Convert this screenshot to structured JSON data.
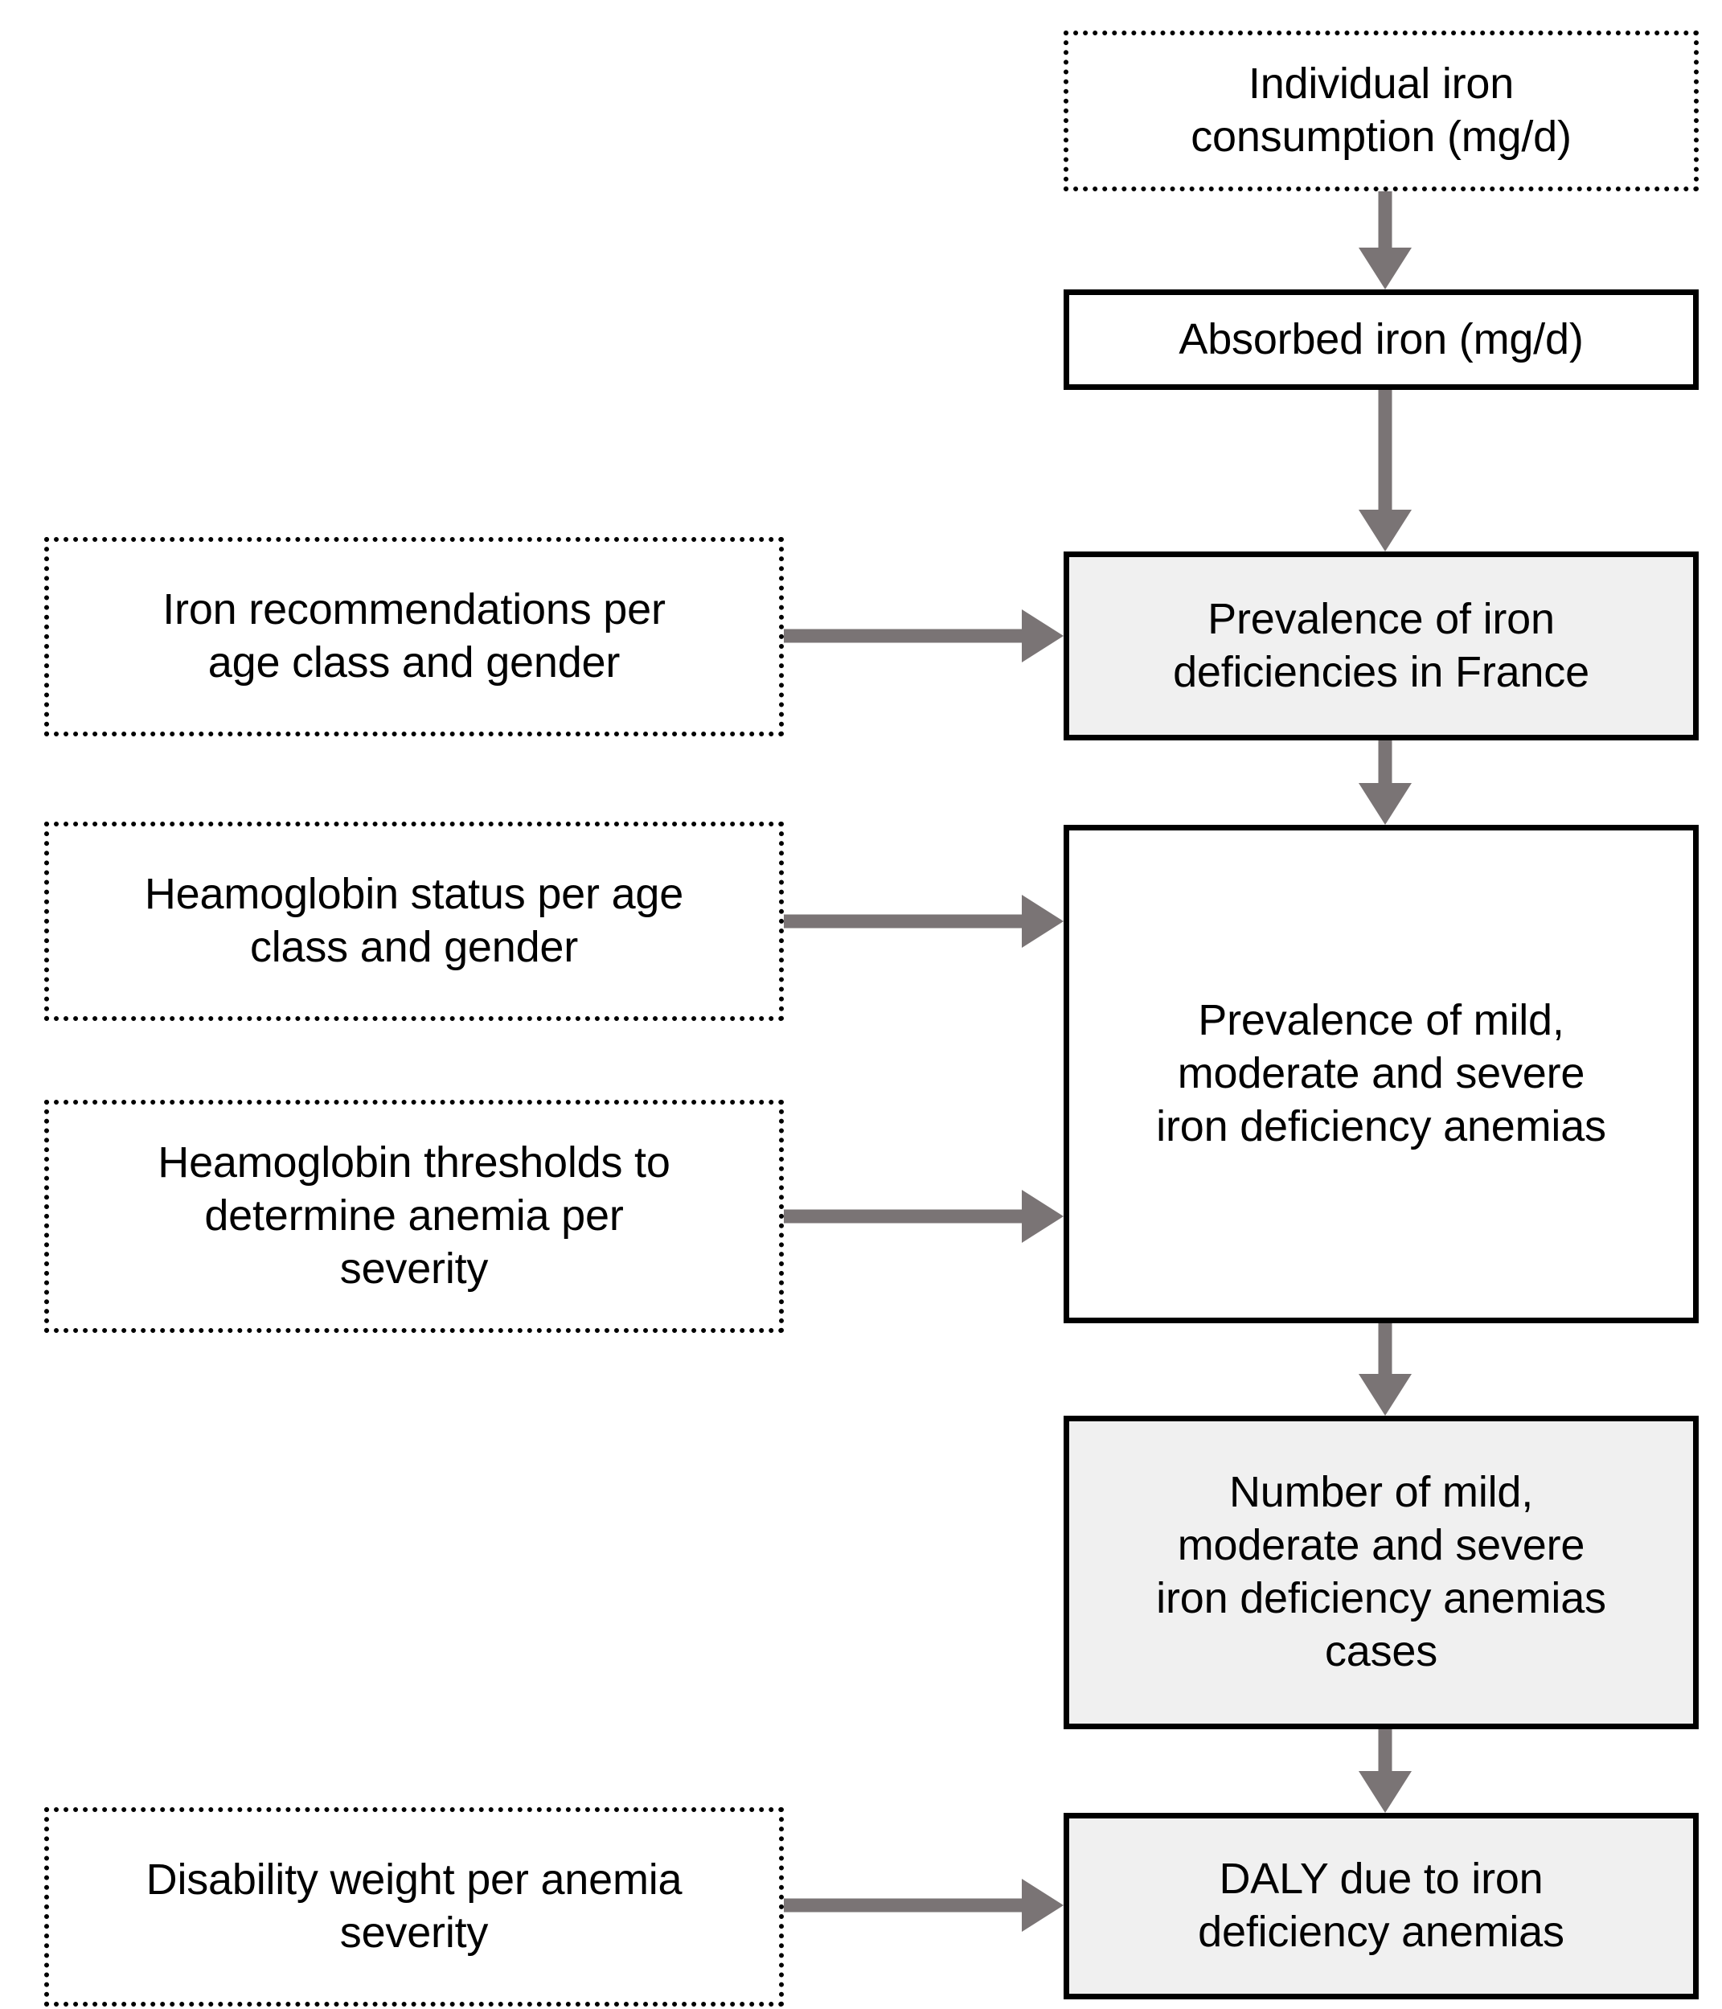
{
  "diagram": {
    "type": "flowchart",
    "title": "Iron deficiency anemia DALY calculation framework",
    "colors": {
      "arrow": "#7a7475",
      "shaded_fill": "#f0f0f0",
      "plain_fill": "#ffffff",
      "border": "#000000"
    },
    "nodes": [
      {
        "id": "individual-iron-consumption",
        "label": "Individual iron\nconsumption (mg/d)",
        "style": "dotted",
        "column": "right"
      },
      {
        "id": "absorbed-iron",
        "label": "Absorbed iron (mg/d)",
        "style": "solid",
        "column": "right"
      },
      {
        "id": "iron-recommendations",
        "label": "Iron recommendations per\nage class and gender",
        "style": "dotted",
        "column": "left"
      },
      {
        "id": "prevalence-iron-deficiencies",
        "label": "Prevalence of iron\ndeficiencies in France",
        "style": "shaded",
        "column": "right"
      },
      {
        "id": "heamoglobin-status",
        "label": "Heamoglobin status per age\nclass and gender",
        "style": "dotted",
        "column": "left"
      },
      {
        "id": "heamoglobin-thresholds",
        "label": "Heamoglobin thresholds to\ndetermine anemia per\nseverity",
        "style": "dotted",
        "column": "left"
      },
      {
        "id": "prevalence-anemias",
        "label": "Prevalence of mild,\nmoderate and severe\niron deficiency anemias",
        "style": "solid",
        "column": "right"
      },
      {
        "id": "number-anemias-cases",
        "label": "Number of mild,\nmoderate and severe\niron deficiency anemias\ncases",
        "style": "shaded",
        "column": "right"
      },
      {
        "id": "disability-weight",
        "label": "Disability weight per anemia\nseverity",
        "style": "dotted",
        "column": "left"
      },
      {
        "id": "daly",
        "label": "DALY due to iron\ndeficiency anemias",
        "style": "shaded",
        "column": "right"
      }
    ],
    "edges": [
      {
        "id": "edge-consumption-to-absorbed",
        "from": "individual-iron-consumption",
        "to": "absorbed-iron",
        "direction": "down"
      },
      {
        "id": "edge-absorbed-to-prevalence-deficiency",
        "from": "absorbed-iron",
        "to": "prevalence-iron-deficiencies",
        "direction": "down"
      },
      {
        "id": "edge-recommendations-to-prevalence-deficiency",
        "from": "iron-recommendations",
        "to": "prevalence-iron-deficiencies",
        "direction": "right"
      },
      {
        "id": "edge-prevalence-deficiency-to-prevalence-anemias",
        "from": "prevalence-iron-deficiencies",
        "to": "prevalence-anemias",
        "direction": "down"
      },
      {
        "id": "edge-hb-status-to-prevalence-anemias",
        "from": "heamoglobin-status",
        "to": "prevalence-anemias",
        "direction": "right"
      },
      {
        "id": "edge-hb-thresholds-to-prevalence-anemias",
        "from": "heamoglobin-thresholds",
        "to": "prevalence-anemias",
        "direction": "right"
      },
      {
        "id": "edge-prevalence-anemias-to-number-cases",
        "from": "prevalence-anemias",
        "to": "number-anemias-cases",
        "direction": "down"
      },
      {
        "id": "edge-number-cases-to-daly",
        "from": "number-anemias-cases",
        "to": "daly",
        "direction": "down"
      },
      {
        "id": "edge-disability-weight-to-daly",
        "from": "disability-weight",
        "to": "daly",
        "direction": "right"
      }
    ]
  }
}
